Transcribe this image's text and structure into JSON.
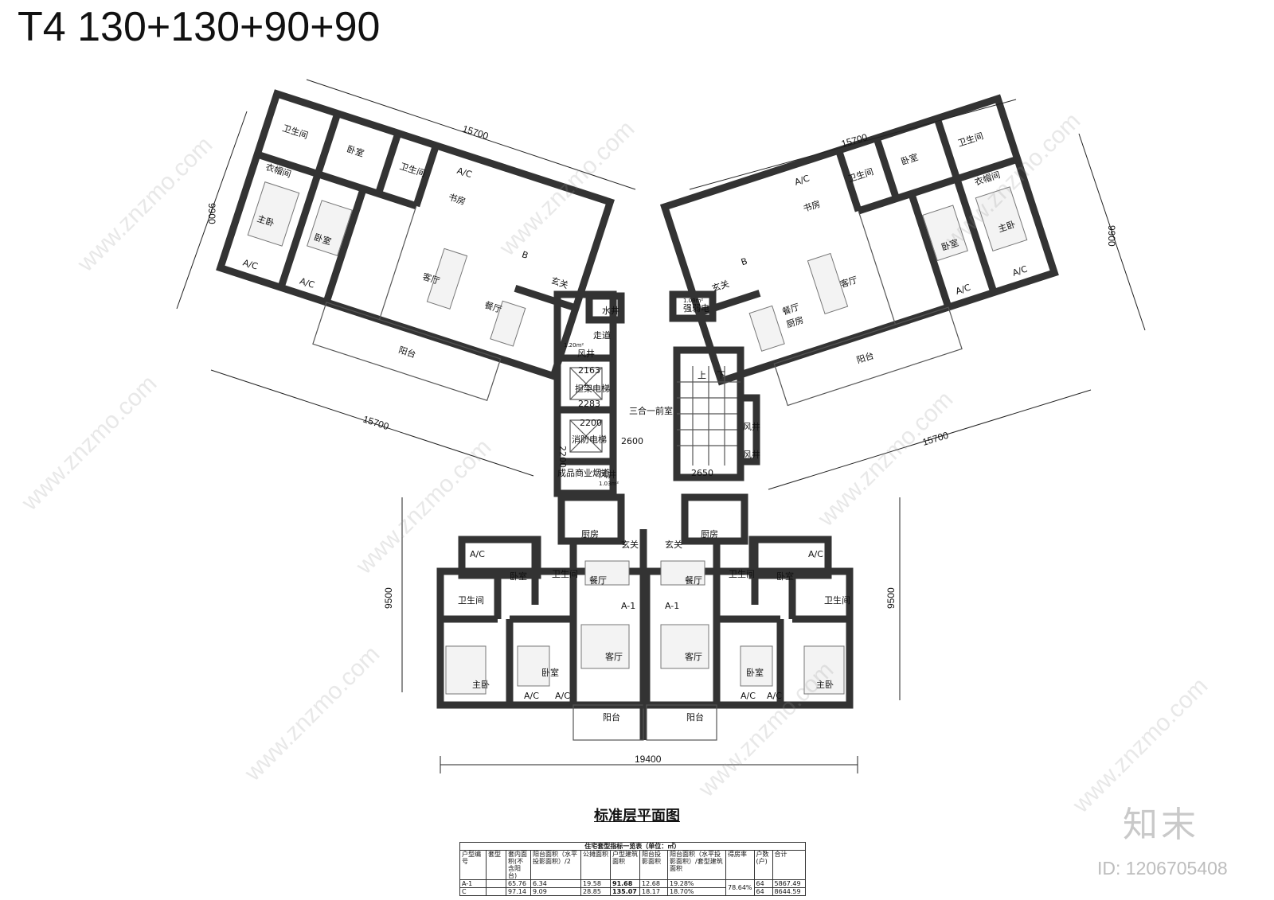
{
  "title": "T4  130+130+90+90",
  "caption": "标准层平面图",
  "brand": "知末",
  "image_id": "ID: 1206705408",
  "watermark": "www.znzmo.com",
  "dimensions": {
    "top_left": "15700",
    "top_right": "15700",
    "mid_left": "15700",
    "mid_right": "15700",
    "side_left": "9900",
    "side_right": "9900",
    "lower_left": "9500",
    "lower_right": "9500",
    "bottom": "19400",
    "core_width": "2600",
    "stair_width": "2650",
    "elev1_w": "2163",
    "elev1_h": "2283",
    "elev2_w": "2200",
    "elev2_h": "2200"
  },
  "rooms": {
    "bathroom": "卫生间",
    "bedroom": "卧室",
    "closet": "衣帽间",
    "master": "主卧",
    "study": "书房",
    "living": "客厅",
    "dining": "餐厅",
    "kitchen": "厨房",
    "balcony": "阳台",
    "entry": "玄关",
    "corridor": "走道",
    "water_shaft": "水井",
    "power_shaft": "强弱电",
    "air_shaft": "风井",
    "lobby": "三合一前室",
    "elevator": "担架电梯",
    "fire_elevator": "消防电梯",
    "flue": "成品商业烟道",
    "ac": "A/C",
    "unit_b": "B",
    "unit_a1": "A-1",
    "up": "上",
    "down": "下",
    "area1": "1.20m²",
    "area2": "1.09m²",
    "area3": "1.03m²"
  },
  "table": {
    "title": "住宅套型指标一览表（单位：㎡）",
    "headers": [
      "户型编号",
      "套型",
      "套内面积(不含阳台)",
      "阳台面积（水平投影面积）/2",
      "公摊面积",
      "户型建筑面积",
      "阳台投影面积",
      "阳台面积（水平投影面积）/套型建筑面积",
      "得房率",
      "户数(户)",
      "合计"
    ],
    "rows": [
      [
        "A-1",
        "",
        "65.76",
        "6.34",
        "19.58",
        "91.68",
        "12.68",
        "19.28%",
        "",
        "64",
        "5867.49"
      ],
      [
        "C",
        "",
        "97.14",
        "9.09",
        "28.85",
        "135.07",
        "18.17",
        "18.70%",
        "",
        "64",
        "8644.59"
      ]
    ],
    "merged_rate": "78.64%"
  }
}
